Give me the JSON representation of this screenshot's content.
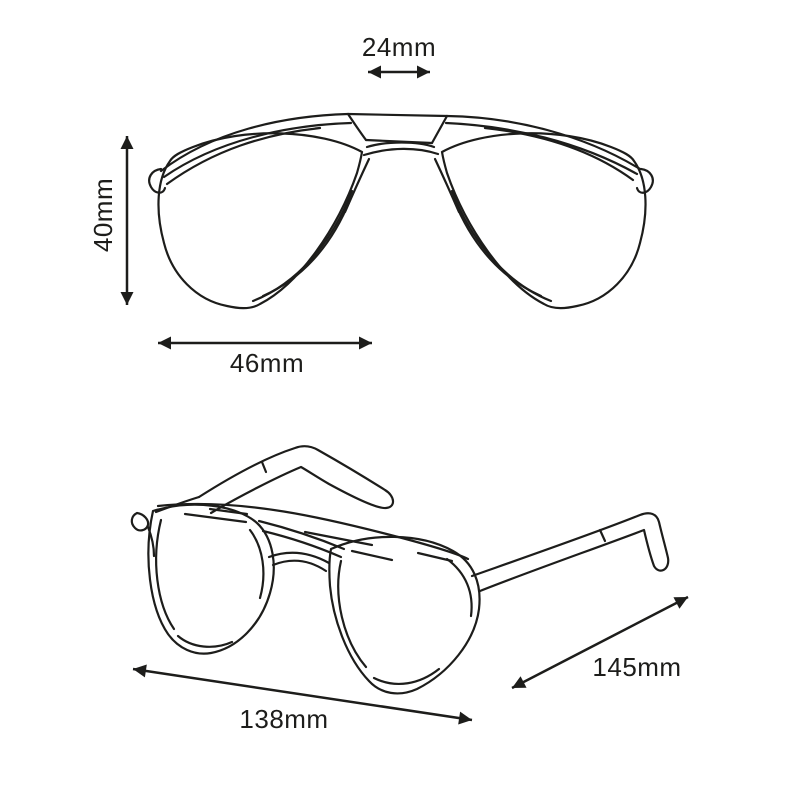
{
  "diagram": {
    "background_color": "#ffffff",
    "line_color": "#1d1d1b",
    "measurements": {
      "bridge_width": "24mm",
      "lens_height": "40mm",
      "lens_width": "46mm",
      "frame_width": "138mm",
      "temple_length": "145mm"
    }
  }
}
